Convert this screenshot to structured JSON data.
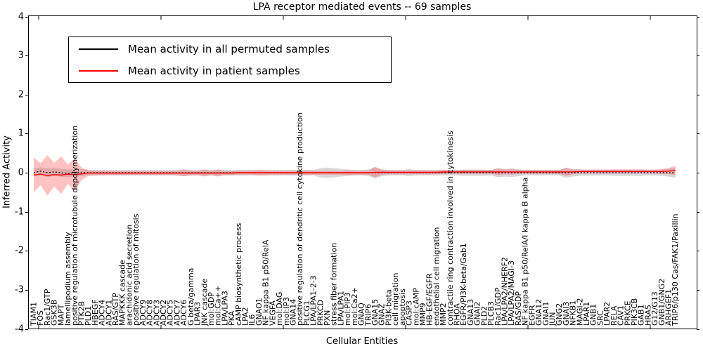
{
  "chart_data": {
    "type": "line",
    "title": "LPA receptor mediated events -- 69 samples",
    "xlabel": "Cellular Entities",
    "ylabel": "Inferred Activity",
    "ylim": [
      -4,
      4
    ],
    "yticks": [
      "4",
      "3",
      "2",
      "1",
      "0",
      "-1",
      "-2",
      "-3",
      "-4"
    ],
    "grid": false,
    "legend_position": "upper left",
    "legend": [
      {
        "label": "Mean activity in all permuted samples",
        "color": "#000000"
      },
      {
        "label": "Mean activity in patient samples",
        "color": "#ff0000"
      }
    ],
    "band_colors": {
      "permuted": "#909090",
      "patient": "#ff4040"
    },
    "categories": [
      "TIAM1",
      "FOS",
      "Rac1/GTP",
      "GSK3B",
      "MAPT",
      "lamellipodium assembly",
      "positive regulation of microtubule depolymerization",
      "PTK2B",
      "PLD1",
      "HBEGF",
      "ADCY4",
      "ADCY1",
      "RAS/GTP",
      "MAPKKK cascade",
      "arachidonic acid secretion",
      "positive regulation of mitosis",
      "ADCY9",
      "ADCY8",
      "ADCY3",
      "ADCY2",
      "ADCY5",
      "ADCY7",
      "ADCY6",
      "G beta/gamma",
      "LPAR3",
      "JNK cascade",
      "mol:GDP",
      "mol:Ca++",
      "LPA/LPA3",
      "PKA",
      "cAMP biosynthetic process",
      "LPA2",
      "IL6",
      "GNAO1",
      "NF kappa B1 p50/RelA",
      "VEGFA",
      "mol:DAG",
      "mol:IP3",
      "GNA14",
      "positive regulation of dendritic cell cytokine production",
      "PLCG1",
      "LPA/LPA1-2-3",
      "PRKCD",
      "PXN",
      "stress fiber formation",
      "LPA/LPA1",
      "mol:PIP3",
      "mol:Ca2+",
      "GNAQ",
      "TRIP6",
      "GNA15",
      "GNAZ",
      "PI3K-beta",
      "cell migration",
      "apoptosis",
      "CASP3",
      "mol:cAMP",
      "MMP9",
      "HB-EGF/EGFR",
      "endothelial cell migration",
      "MMP2",
      "contractile ring contraction involved in cytokinesis",
      "RHOA",
      "EGFR/PI3K-beta/Gab1",
      "GNA13",
      "GNAI2",
      "PLD2",
      "PLCB3",
      "Rac1/GDP",
      "LPA/LPA2/NHERF2",
      "LPA/LPA2/MAGI-3",
      "RAS/GDP",
      "NF kappa B1 p50/RelA/I kappa B alpha",
      "EGFR",
      "GNA12",
      "GNAI1",
      "JUN",
      "GNG2",
      "GNAI3",
      "NFKB1",
      "MAGI-2",
      "LPAR1",
      "GNB1",
      "SRC",
      "LPAR2",
      "RELA",
      "CAV1",
      "PRKCE",
      "PIK3CB",
      "GAB1",
      "HRAS",
      "G12/G13",
      "GNB1/GNG2",
      "ARHGEF1",
      "TRIP6/p130 Cas/FAK1/Paxillin"
    ],
    "series": [
      {
        "name": "Mean activity in all permuted samples",
        "values": [
          0,
          0.04,
          0,
          0.02,
          0,
          -0.02,
          0,
          0,
          0,
          0,
          0,
          0,
          0,
          0,
          0,
          0,
          0,
          0,
          0,
          0,
          0,
          0,
          0,
          0,
          0,
          0,
          0,
          0,
          0,
          0,
          0,
          0,
          0,
          0,
          0,
          0,
          0,
          0,
          0,
          0,
          0,
          0,
          0,
          0,
          0,
          0,
          0,
          0,
          0,
          0,
          0,
          0,
          0,
          0,
          0,
          0,
          0,
          0,
          0,
          0,
          0,
          0,
          0,
          0,
          0,
          0,
          0,
          0,
          0,
          0,
          0,
          0,
          0,
          0,
          0,
          0,
          0,
          0,
          0,
          0,
          0,
          0,
          0,
          0,
          0,
          0,
          0,
          0,
          0,
          0,
          0,
          0,
          0,
          0,
          0
        ],
        "band_halfwidth": [
          0.1,
          0.1,
          0.11,
          0.1,
          0.1,
          0.1,
          0.1,
          0.09,
          0.07,
          0.07,
          0.07,
          0.07,
          0.07,
          0.07,
          0.07,
          0.07,
          0.07,
          0.07,
          0.07,
          0.07,
          0.07,
          0.07,
          0.09,
          0.07,
          0.07,
          0.08,
          0.07,
          0.08,
          0.07,
          0.07,
          0.07,
          0.07,
          0.07,
          0.07,
          0.07,
          0.07,
          0.07,
          0.07,
          0.07,
          0.07,
          0.07,
          0.07,
          0.12,
          0.13,
          0.12,
          0.1,
          0.08,
          0.07,
          0.07,
          0.08,
          0.15,
          0.09,
          0.07,
          0.07,
          0.07,
          0.09,
          0.07,
          0.07,
          0.07,
          0.07,
          0.07,
          0.07,
          0.07,
          0.08,
          0.08,
          0.08,
          0.08,
          0.07,
          0.12,
          0.1,
          0.11,
          0.09,
          0.07,
          0.07,
          0.07,
          0.07,
          0.07,
          0.07,
          0.13,
          0.1,
          0.08,
          0.07,
          0.07,
          0.07,
          0.07,
          0.08,
          0.08,
          0.08,
          0.08,
          0.08,
          0.07,
          0.07,
          0.08,
          0.1,
          0.13
        ]
      },
      {
        "name": "Mean activity in patient samples",
        "values": [
          -0.06,
          -0.04,
          -0.07,
          -0.05,
          -0.06,
          -0.04,
          -0.05,
          -0.03,
          -0.01,
          -0.01,
          -0.01,
          -0.01,
          -0.01,
          -0.01,
          -0.01,
          -0.01,
          -0.01,
          -0.01,
          -0.01,
          -0.01,
          -0.01,
          -0.01,
          -0.01,
          -0.01,
          -0.01,
          -0.01,
          -0.01,
          -0.01,
          -0.01,
          -0.01,
          0,
          0,
          0,
          0,
          0,
          0,
          0,
          0,
          0,
          0,
          0,
          0,
          0,
          0,
          0,
          0,
          0,
          0,
          0,
          0,
          0.01,
          0.01,
          0.01,
          0.01,
          0.01,
          0.01,
          0.01,
          0.01,
          0.01,
          0.01,
          0.02,
          0.02,
          0.02,
          0.02,
          0.02,
          0.02,
          0.02,
          0.02,
          0.02,
          0.02,
          0.02,
          0.02,
          0.02,
          0.02,
          0.02,
          0.02,
          0.02,
          0.02,
          0.02,
          0.02,
          0.03,
          0.03,
          0.03,
          0.03,
          0.03,
          0.03,
          0.03,
          0.03,
          0.03,
          0.03,
          0.03,
          0.03,
          0.03,
          0.04,
          0.06
        ],
        "band_halfwidth": [
          0.45,
          0.28,
          0.52,
          0.3,
          0.48,
          0.25,
          0.42,
          0.16,
          0.07,
          0.06,
          0.06,
          0.05,
          0.05,
          0.05,
          0.05,
          0.05,
          0.05,
          0.05,
          0.05,
          0.05,
          0.05,
          0.06,
          0.08,
          0.06,
          0.05,
          0.09,
          0.05,
          0.09,
          0.05,
          0.05,
          0.05,
          0.05,
          0.05,
          0.07,
          0.06,
          0.05,
          0.05,
          0.05,
          0.05,
          0.05,
          0.06,
          0.05,
          0.05,
          0.05,
          0.05,
          0.05,
          0.06,
          0.05,
          0.05,
          0.05,
          0.13,
          0.06,
          0.05,
          0.05,
          0.05,
          0.05,
          0.05,
          0.05,
          0.05,
          0.05,
          0.05,
          0.05,
          0.05,
          0.05,
          0.05,
          0.05,
          0.05,
          0.05,
          0.08,
          0.06,
          0.07,
          0.05,
          0.05,
          0.05,
          0.05,
          0.05,
          0.05,
          0.05,
          0.1,
          0.06,
          0.05,
          0.05,
          0.05,
          0.05,
          0.05,
          0.05,
          0.05,
          0.05,
          0.05,
          0.05,
          0.05,
          0.05,
          0.06,
          0.08,
          0.12
        ]
      }
    ]
  }
}
